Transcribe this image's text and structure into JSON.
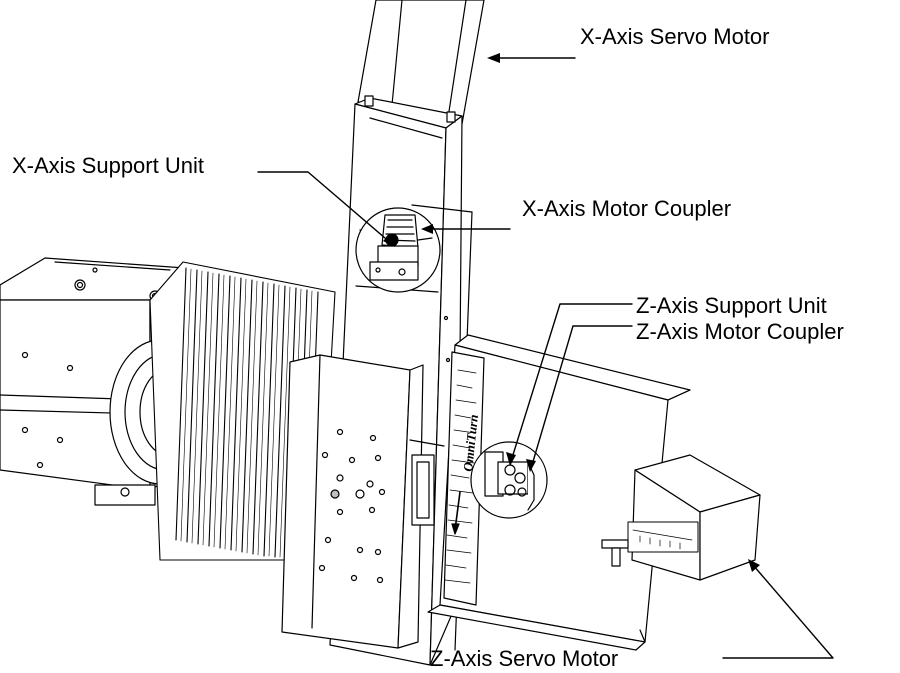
{
  "labels": {
    "x_servo_motor": "X-Axis Servo Motor",
    "x_support_unit": "X-Axis Support Unit",
    "x_motor_coupler": "X-Axis Motor Coupler",
    "z_support_unit": "Z-Axis Support Unit",
    "z_motor_coupler": "Z-Axis Motor Coupler",
    "z_servo_motor": "Z-Axis Servo Motor"
  },
  "brand": "OmniTurn",
  "colors": {
    "ink": "#000000",
    "paper": "#ffffff"
  }
}
